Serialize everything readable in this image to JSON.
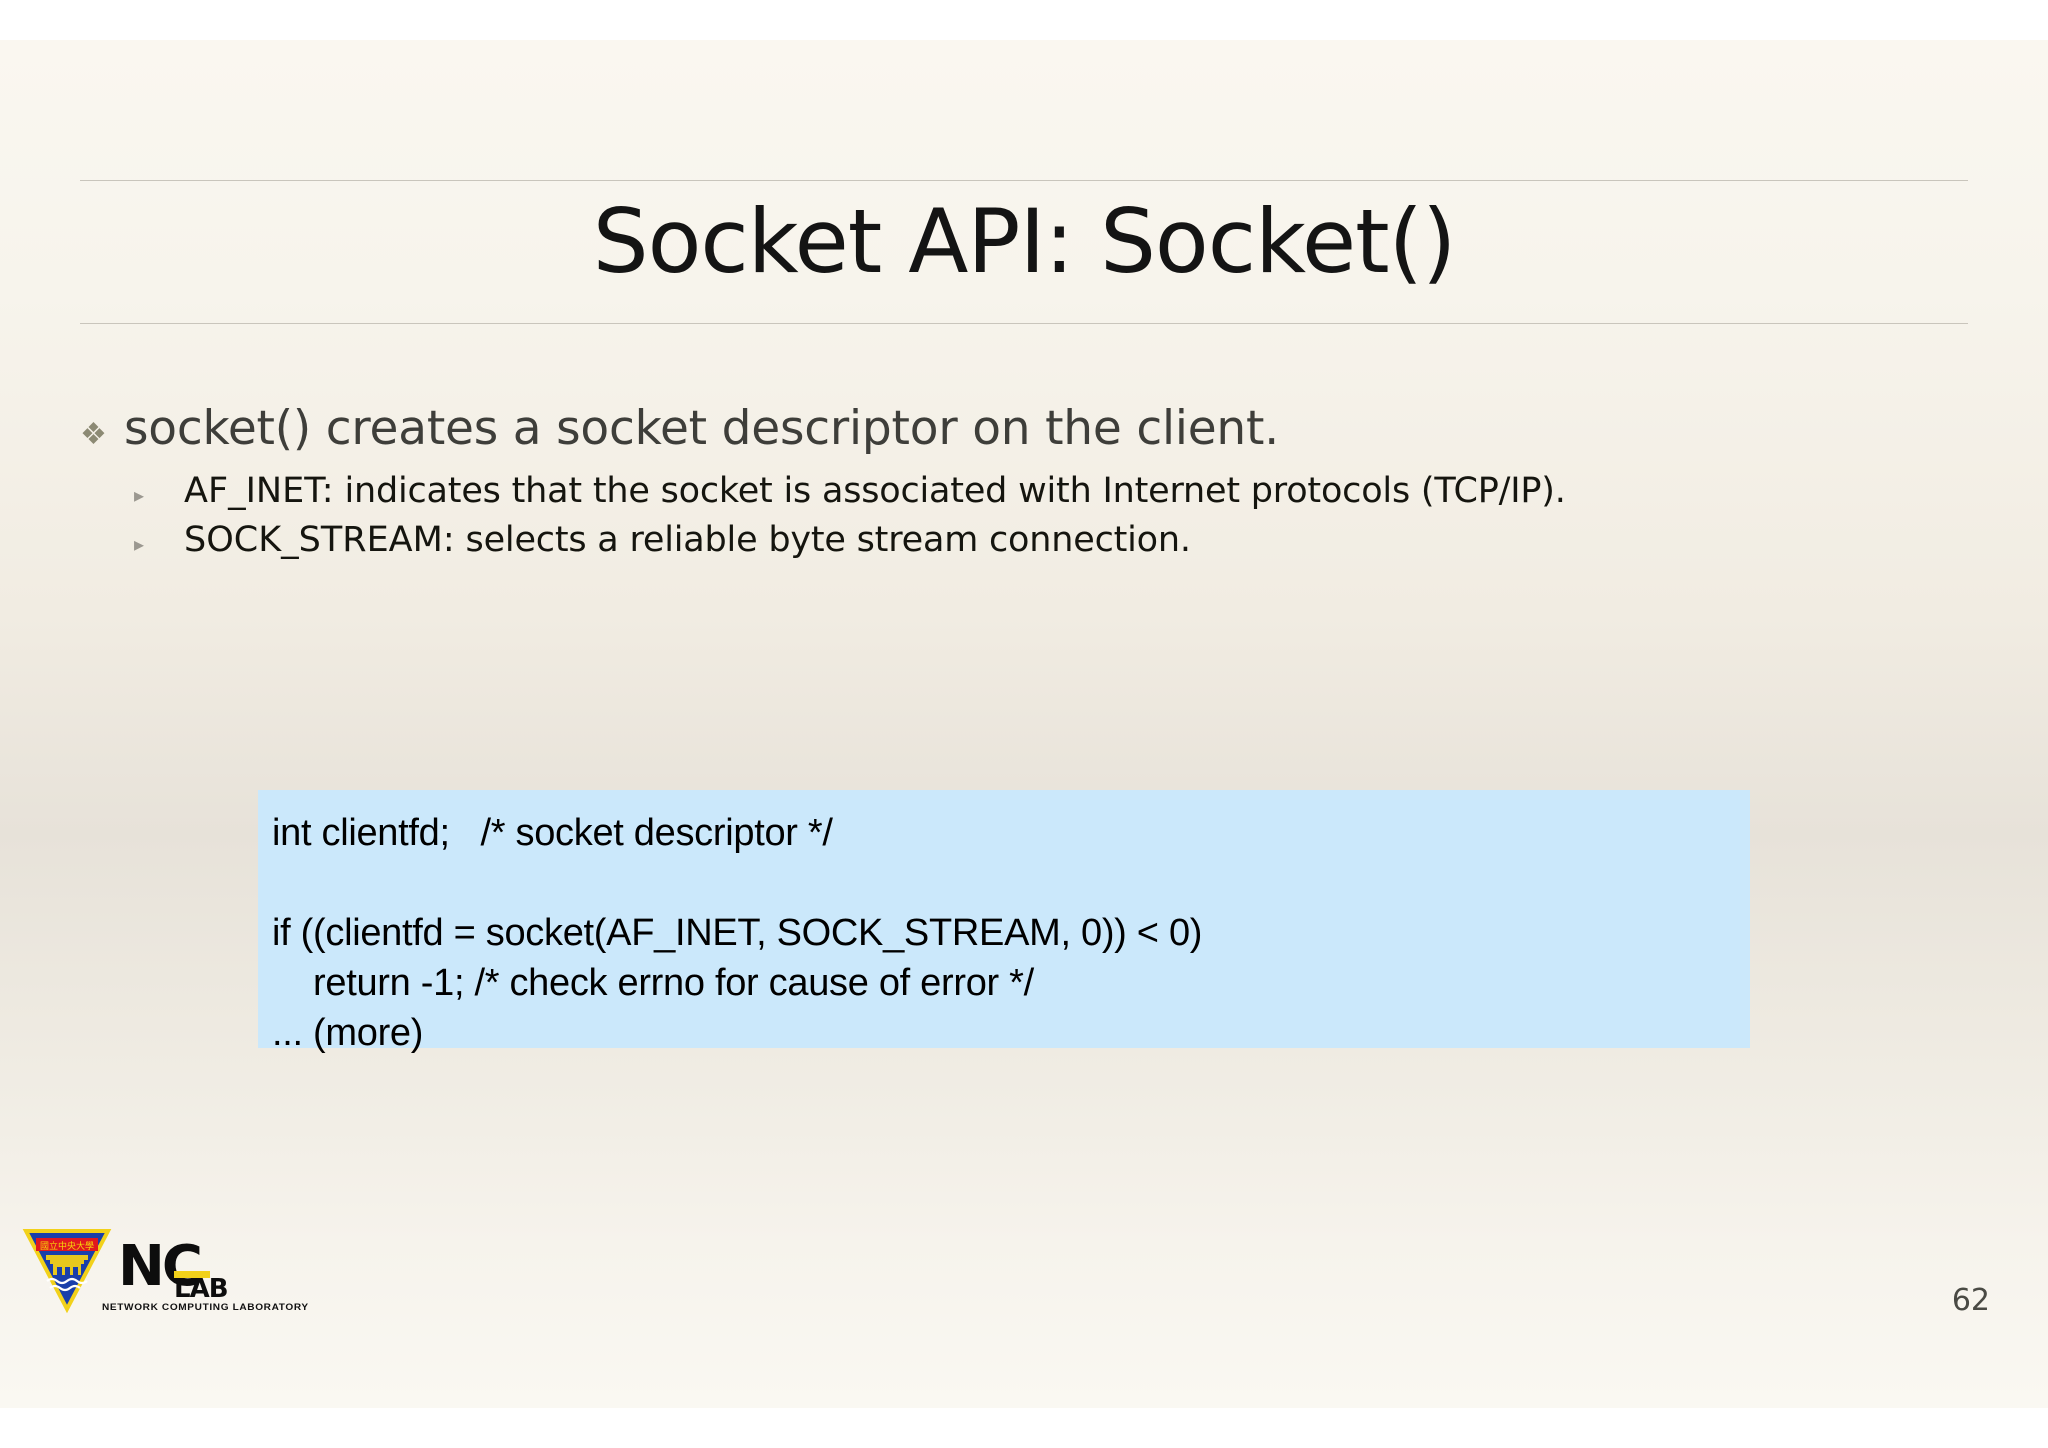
{
  "slide": {
    "title": "Socket API: Socket()",
    "page_number": "62",
    "background_color": "#f1ece2",
    "rule_color": "#c9c5bc"
  },
  "bullets": {
    "level1_marker": "❖",
    "level2_marker": "▸",
    "items": [
      {
        "level": 1,
        "text": "socket() creates a socket descriptor on the client."
      },
      {
        "level": 2,
        "keyword": "AF_INET:",
        "text": " indicates that the socket is associated with Internet protocols (TCP/IP)."
      },
      {
        "level": 2,
        "keyword": "SOCK_STREAM:",
        "text": " selects a reliable byte stream connection."
      }
    ]
  },
  "code": {
    "background_color": "#cbe8fb",
    "lines": [
      "int clientfd;   /* socket descriptor */",
      "",
      "if ((clientfd = socket(AF_INET, SOCK_STREAM, 0)) < 0)",
      "    return -1; /* check errno for cause of error */",
      "... (more)"
    ]
  },
  "logo": {
    "wordmark": "NC",
    "sub_wordmark": "LAB",
    "caption": "NETWORK COMPUTING LABORATORY",
    "crest_colors": {
      "triangle_fill": "#1a3faa",
      "triangle_border": "#f2d11a",
      "inner_band": "#e8c81e"
    }
  }
}
